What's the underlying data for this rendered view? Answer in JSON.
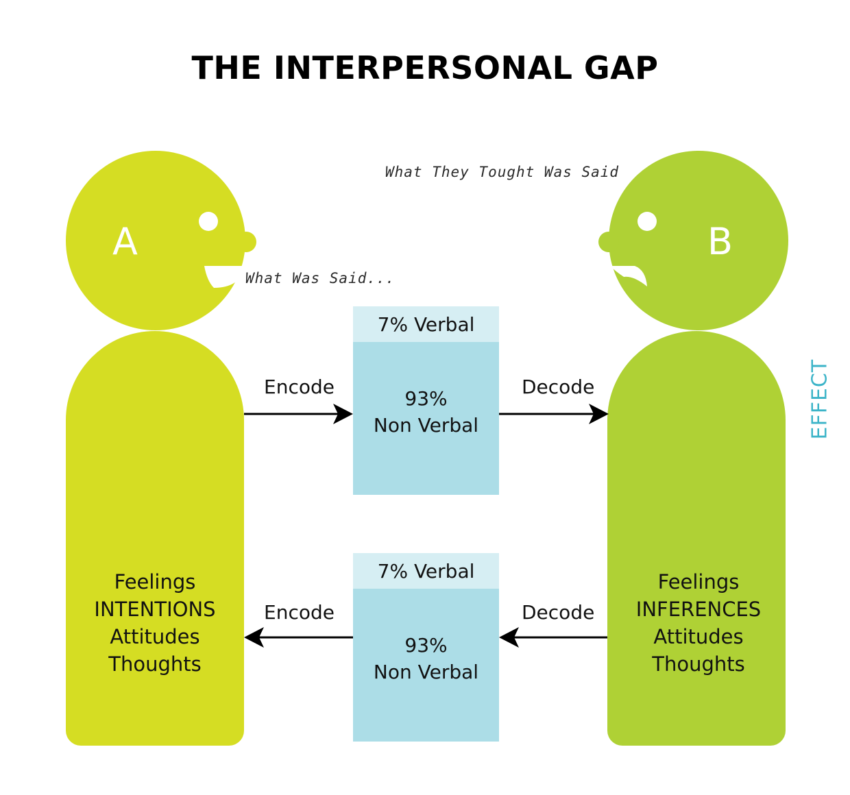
{
  "title": "THE INTERPERSONAL GAP",
  "colors": {
    "person_a": "#d5dd23",
    "person_b": "#afd135",
    "box_main": "#acdde7",
    "box_top": "#d6eef3",
    "effect": "#3cb4c8"
  },
  "person_a": {
    "letter": "A",
    "traits": [
      "Feelings",
      "INTENTIONS",
      "Attitudes",
      "Thoughts"
    ]
  },
  "person_b": {
    "letter": "B",
    "traits": [
      "Feelings",
      "INFERENCES",
      "Attitudes",
      "Thoughts"
    ]
  },
  "speech": {
    "said": "What Was Said...",
    "thought": "What They Tought Was Said"
  },
  "top_flow": {
    "left_label": "Encode",
    "right_label": "Decode",
    "verbal": "7% Verbal",
    "nonverbal_pct": "93%",
    "nonverbal_label": "Non Verbal"
  },
  "bottom_flow": {
    "left_label": "Encode",
    "right_label": "Decode",
    "verbal": "7% Verbal",
    "nonverbal_pct": "93%",
    "nonverbal_label": "Non Verbal"
  },
  "effect_label": "EFFECT"
}
